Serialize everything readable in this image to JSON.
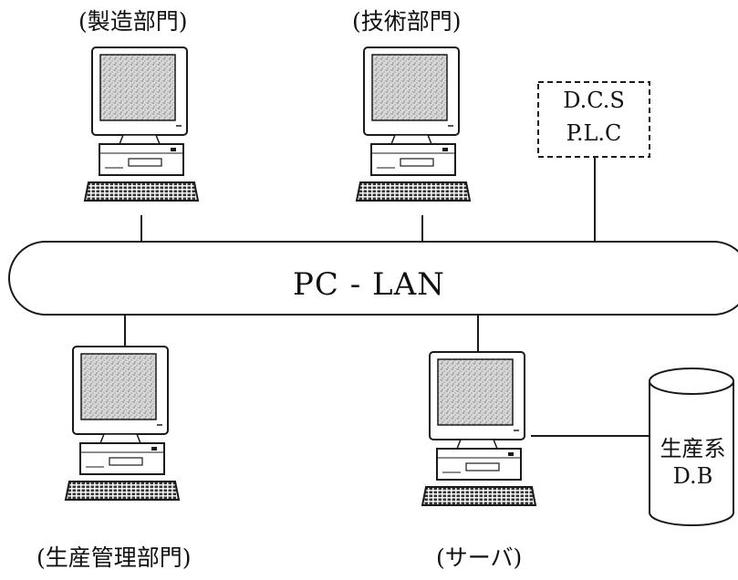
{
  "labels": {
    "manufacturing": "(製造部門)",
    "technical": "(技術部門)",
    "production_mgmt": "(生産管理部門)",
    "server": "(サーバ)"
  },
  "network": {
    "label": "PC - LAN"
  },
  "controller": {
    "line1": "D.C.S",
    "line2": "P.L.C"
  },
  "database": {
    "line1": "生産系",
    "line2": "D.B"
  },
  "colors": {
    "stroke": "#1a1a1a",
    "screen": "#c8c8c8",
    "background": "#ffffff"
  },
  "icons": [
    "desktop-computer-icon",
    "database-cylinder-icon",
    "controller-box"
  ]
}
